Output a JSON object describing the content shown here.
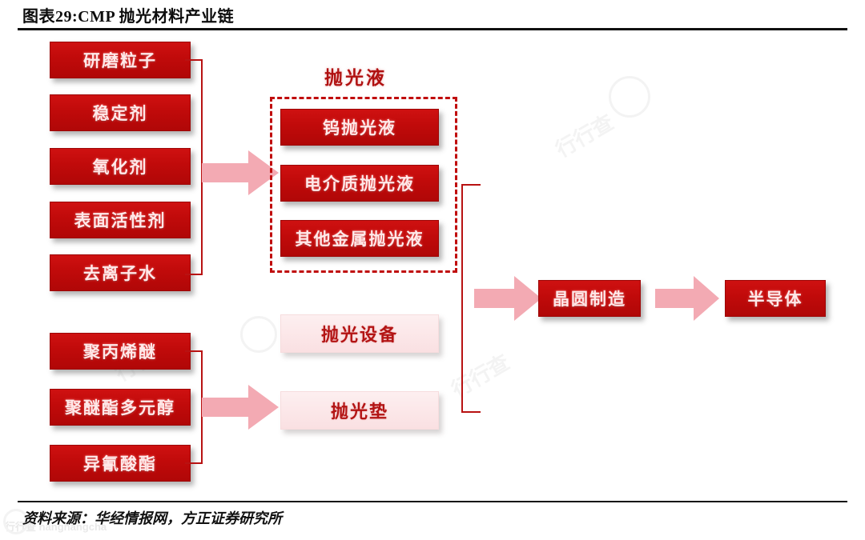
{
  "header": {
    "title": "图表29:CMP 抛光材料产业链"
  },
  "footer": {
    "source": "资料来源：华经情报网，方正证券研究所"
  },
  "colors": {
    "box_red": "#c00a0a",
    "box_red_text": "#ffe9e9",
    "box_pink": "#fae0e2",
    "box_pink_text": "#b31414",
    "arrow_pink": "#f3aab3",
    "bracket_red": "#b81212",
    "dashed_red": "#c00d0d",
    "rule_black": "#111111"
  },
  "diagram": {
    "slurry_inputs": [
      {
        "label": "研磨粒子"
      },
      {
        "label": "稳定剂"
      },
      {
        "label": "氧化剂"
      },
      {
        "label": "表面活性剂"
      },
      {
        "label": "去离子水"
      }
    ],
    "pad_inputs": [
      {
        "label": "聚丙烯醚"
      },
      {
        "label": "聚醚酯多元醇"
      },
      {
        "label": "异氰酸酯"
      }
    ],
    "slurry_group": {
      "label": "抛光液",
      "items": [
        {
          "label": "钨抛光液"
        },
        {
          "label": "电介质抛光液"
        },
        {
          "label": "其他金属抛光液"
        }
      ]
    },
    "equipment": [
      {
        "label": "抛光设备"
      },
      {
        "label": "抛光垫"
      }
    ],
    "downstream": [
      {
        "label": "晶圆制造"
      },
      {
        "label": "半导体"
      }
    ]
  },
  "watermarks": {
    "center": "行行查",
    "corner": "行行查 hanghangcha"
  }
}
